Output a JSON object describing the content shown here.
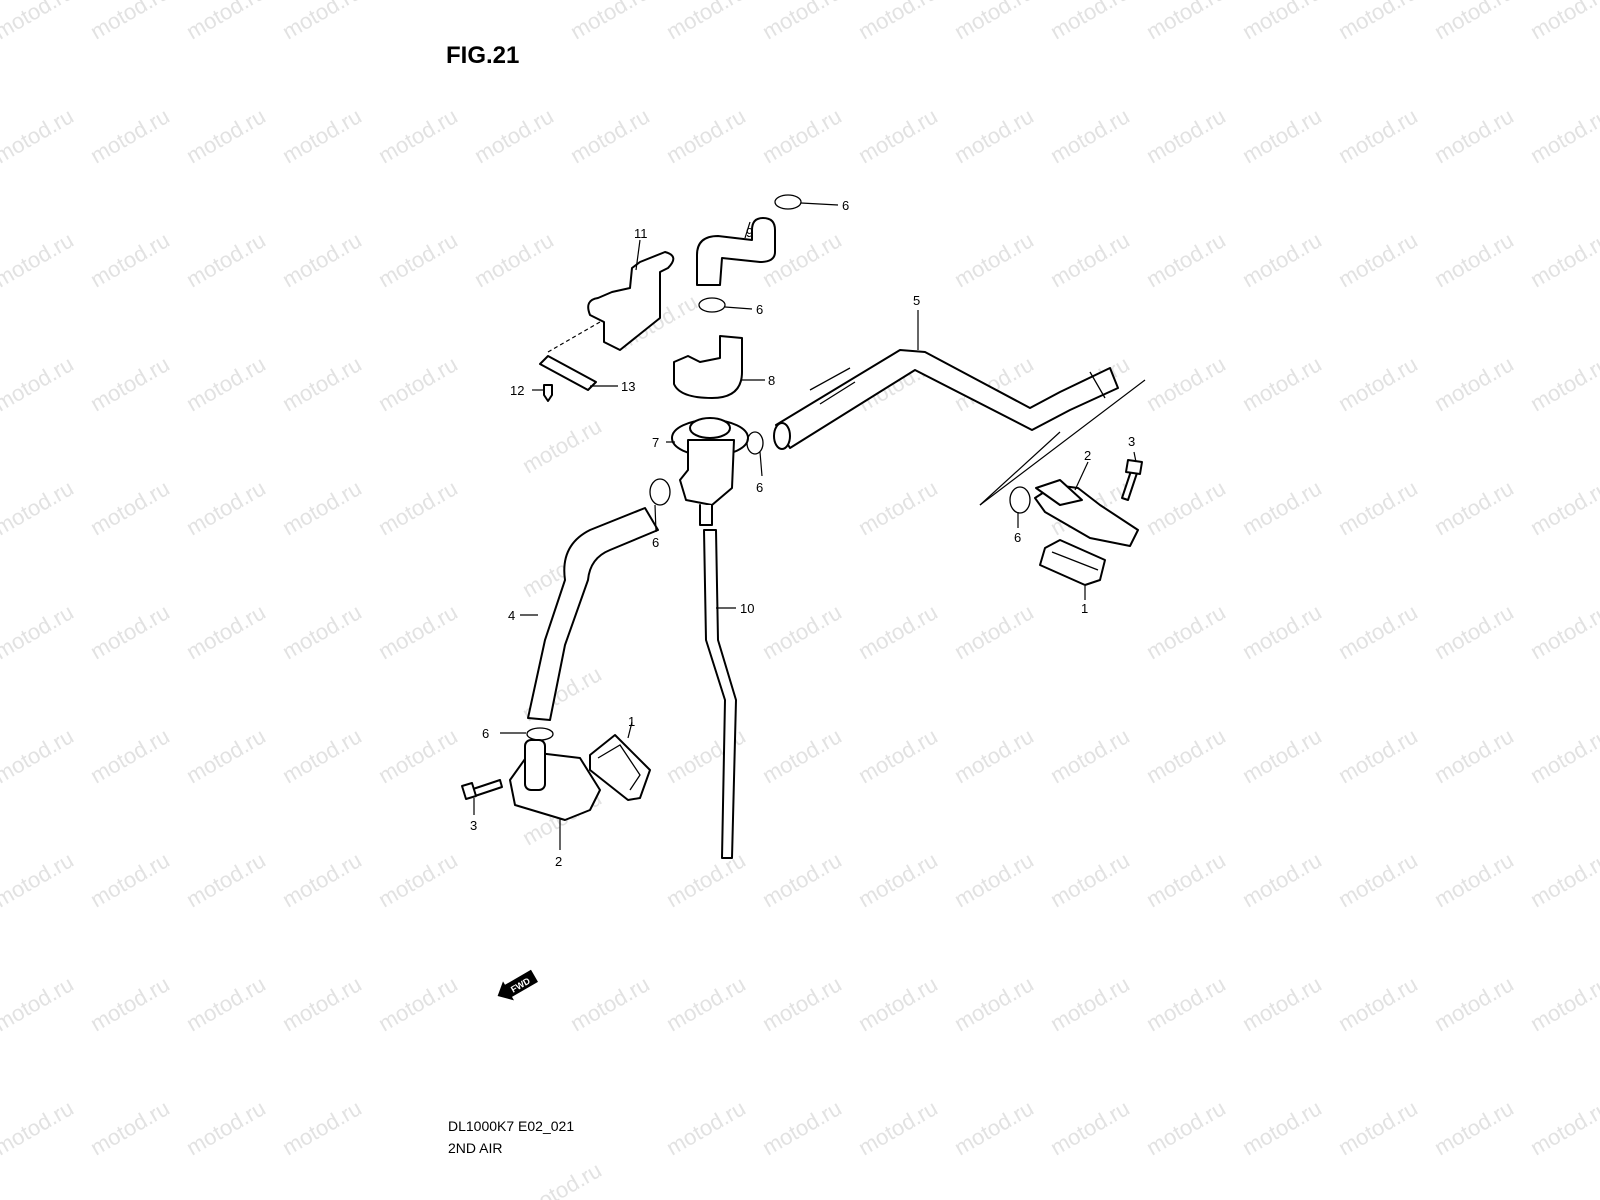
{
  "figure_title": "FIG.21",
  "watermark": "motod.ru",
  "footer": {
    "code": "DL1000K7 E02_021",
    "section": "2ND AIR"
  },
  "fwd_label": "FWD",
  "callouts": {
    "c6a": "6",
    "c9": "9",
    "c11": "11",
    "c6b": "6",
    "c5": "5",
    "c8": "8",
    "c12": "12",
    "c13": "13",
    "c7": "7",
    "c6c": "6",
    "c6d": "6",
    "c3a": "3",
    "c2a": "2",
    "c6e": "6",
    "c1a": "1",
    "c4": "4",
    "c10": "10",
    "c6f": "6",
    "c1b": "1",
    "c3b": "3",
    "c2b": "2"
  }
}
